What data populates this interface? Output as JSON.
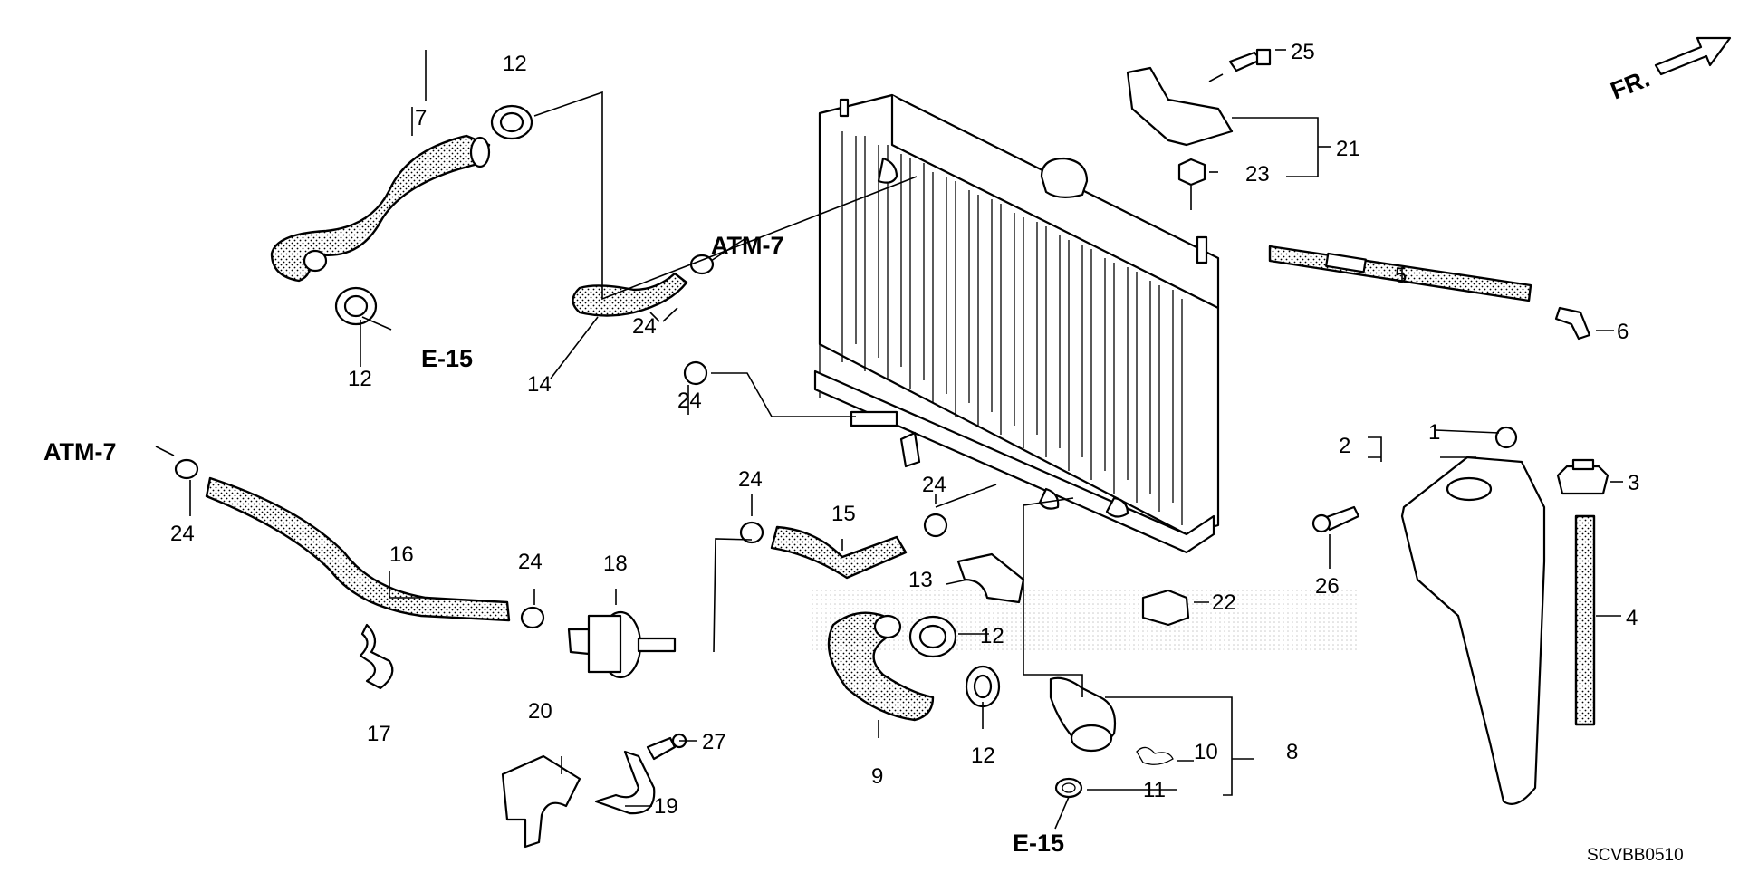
{
  "diagram": {
    "code": "SCVBB0510",
    "front_marker": "FR.",
    "references": [
      {
        "id": "atm7-top",
        "text": "ATM-7"
      },
      {
        "id": "atm7-left",
        "text": "ATM-7"
      },
      {
        "id": "e15-top",
        "text": "E-15"
      },
      {
        "id": "e15-bottom",
        "text": "E-15"
      }
    ],
    "callouts": [
      {
        "id": "c1",
        "text": "1"
      },
      {
        "id": "c2",
        "text": "2"
      },
      {
        "id": "c3",
        "text": "3"
      },
      {
        "id": "c4",
        "text": "4"
      },
      {
        "id": "c5",
        "text": "5"
      },
      {
        "id": "c6",
        "text": "6"
      },
      {
        "id": "c7",
        "text": "7"
      },
      {
        "id": "c8",
        "text": "8"
      },
      {
        "id": "c9",
        "text": "9"
      },
      {
        "id": "c10",
        "text": "10"
      },
      {
        "id": "c11",
        "text": "11"
      },
      {
        "id": "c12a",
        "text": "12"
      },
      {
        "id": "c12b",
        "text": "12"
      },
      {
        "id": "c12c",
        "text": "12"
      },
      {
        "id": "c12d",
        "text": "12"
      },
      {
        "id": "c13",
        "text": "13"
      },
      {
        "id": "c14",
        "text": "14"
      },
      {
        "id": "c15",
        "text": "15"
      },
      {
        "id": "c16",
        "text": "16"
      },
      {
        "id": "c17",
        "text": "17"
      },
      {
        "id": "c18",
        "text": "18"
      },
      {
        "id": "c19",
        "text": "19"
      },
      {
        "id": "c20",
        "text": "20"
      },
      {
        "id": "c21",
        "text": "21"
      },
      {
        "id": "c22",
        "text": "22"
      },
      {
        "id": "c23",
        "text": "23"
      },
      {
        "id": "c24a",
        "text": "24"
      },
      {
        "id": "c24b",
        "text": "24"
      },
      {
        "id": "c24c",
        "text": "24"
      },
      {
        "id": "c24d",
        "text": "24"
      },
      {
        "id": "c24e",
        "text": "24"
      },
      {
        "id": "c24f",
        "text": "24"
      },
      {
        "id": "c25",
        "text": "25"
      },
      {
        "id": "c26",
        "text": "26"
      },
      {
        "id": "c27",
        "text": "27"
      }
    ]
  }
}
